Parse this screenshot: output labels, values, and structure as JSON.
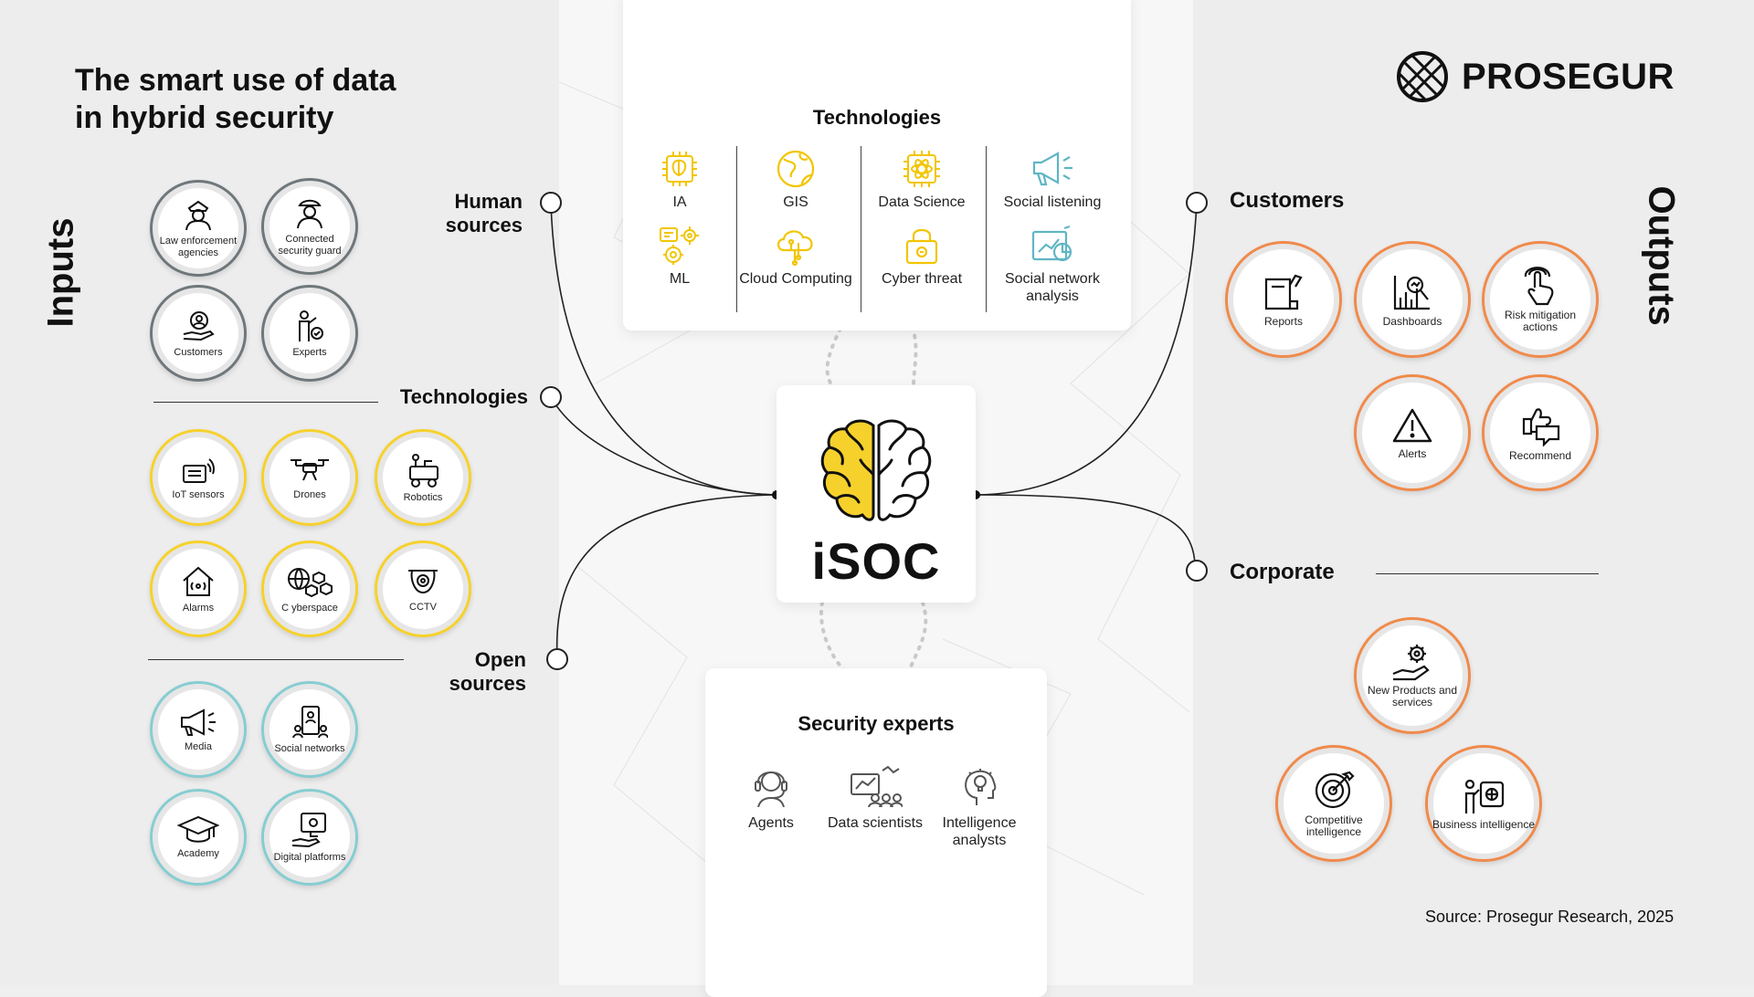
{
  "title": {
    "line1": "The smart use of data",
    "line2": "in hybrid security"
  },
  "brand": {
    "name": "PROSEGUR"
  },
  "inputs_label": "Inputs",
  "outputs_label": "Outputs",
  "source": "Source: Prosegur Research, 2025",
  "input_groups": {
    "human": {
      "label_line1": "Human",
      "label_line2": "sources",
      "items": [
        "Law enforcement agencies",
        "Connected security guard",
        "Customers",
        "Experts"
      ]
    },
    "tech": {
      "label": "Technologies",
      "items": [
        "IoT sensors",
        "Drones",
        "Robotics",
        "Alarms",
        "C yberspace",
        "CCTV"
      ]
    },
    "open": {
      "label_line1": "Open",
      "label_line2": "sources",
      "items": [
        "Media",
        "Social networks",
        "Academy",
        "Digital platforms"
      ]
    }
  },
  "technologies_card": {
    "title": "Technologies",
    "items": [
      "IA",
      "GIS",
      "Data Science",
      "Social listening",
      "ML",
      "Cloud Computing",
      "Cyber threat",
      "Social network analysis"
    ]
  },
  "center": {
    "label": "iSOC"
  },
  "experts_card": {
    "title": "Security experts",
    "items": [
      "Agents",
      "Data scientists",
      "Intelligence analysts"
    ]
  },
  "outputs": {
    "customers": {
      "label": "Customers",
      "items": [
        "Reports",
        "Dashboards",
        "Risk mitigation actions",
        "Alerts",
        "Recommend"
      ]
    },
    "corporate": {
      "label": "Corporate",
      "items": [
        "New Products and services",
        "Competitive intelligence",
        "Business intelligence"
      ]
    }
  },
  "colors": {
    "grey": "#6f777b",
    "yellow": "#f6d12c",
    "teal": "#86cdd2",
    "orange": "#f08a4b",
    "tech_teal": "#5fb6c4"
  }
}
